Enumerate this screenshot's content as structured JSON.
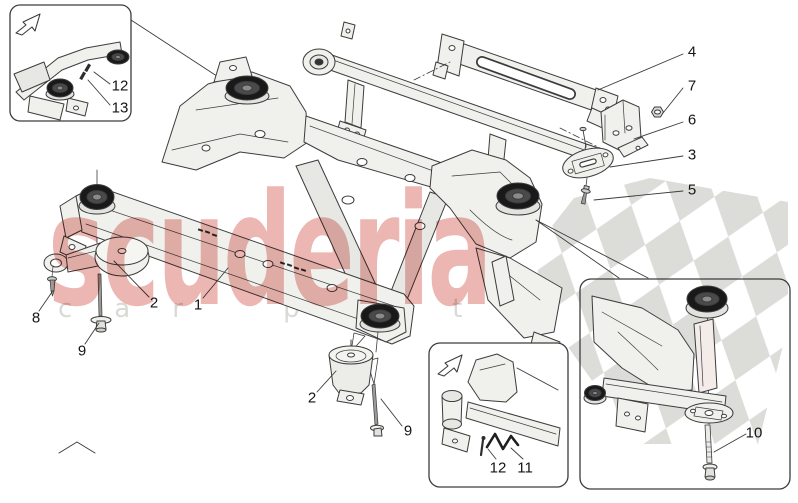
{
  "brand": {
    "top": "scuderia",
    "bottom": "car parts"
  },
  "colors": {
    "watermark_red": "rgba(210,80,72,0.42)",
    "watermark_gray": "#d9d9d6",
    "checker": "#dcdcd9",
    "line": "#3c3c3c"
  },
  "icons": {
    "detail_arrow": "north-east-outline-arrow"
  },
  "callouts": {
    "c1": "1",
    "c2_left": "2",
    "c2_center": "2",
    "c3": "3",
    "c4": "4",
    "c5": "5",
    "c6": "6",
    "c7": "7",
    "c8": "8",
    "c9_left": "9",
    "c9_center": "9",
    "c10": "10",
    "c11": "11",
    "c12_inset_top": "12",
    "c12_inset_mid": "12",
    "c13": "13"
  }
}
